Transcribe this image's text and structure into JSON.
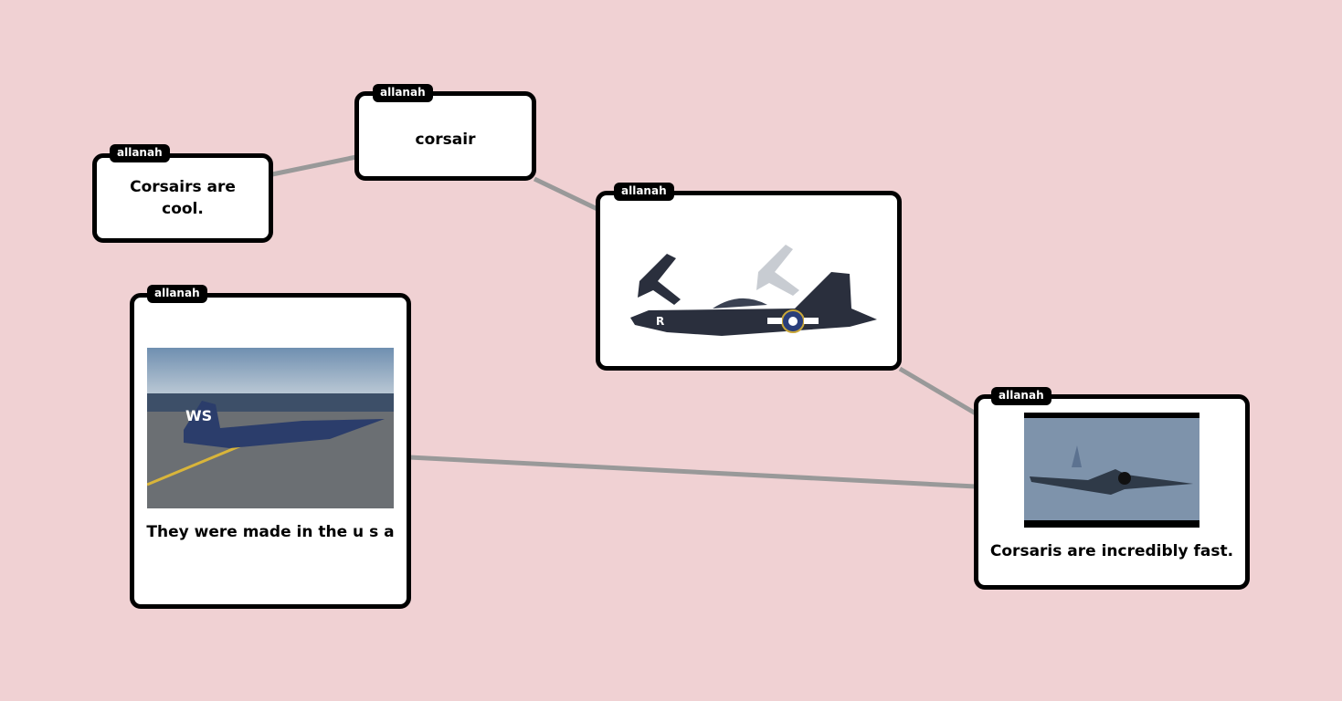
{
  "colors": {
    "background": "#f0d1d3",
    "card_border": "#000000",
    "link": "#999999"
  },
  "cards": [
    {
      "author": "allanah",
      "text": "Corsairs  are cool."
    },
    {
      "author": "allanah",
      "text": "corsair"
    },
    {
      "author": "allanah",
      "image": "corsair-profile-illustration"
    },
    {
      "author": "allanah",
      "image": "corsair-on-carrier-deck",
      "text": "They were made in the u s a"
    },
    {
      "author": "allanah",
      "image": "corsair-in-flight",
      "text": "Corsaris  are  incredibly fast."
    }
  ]
}
